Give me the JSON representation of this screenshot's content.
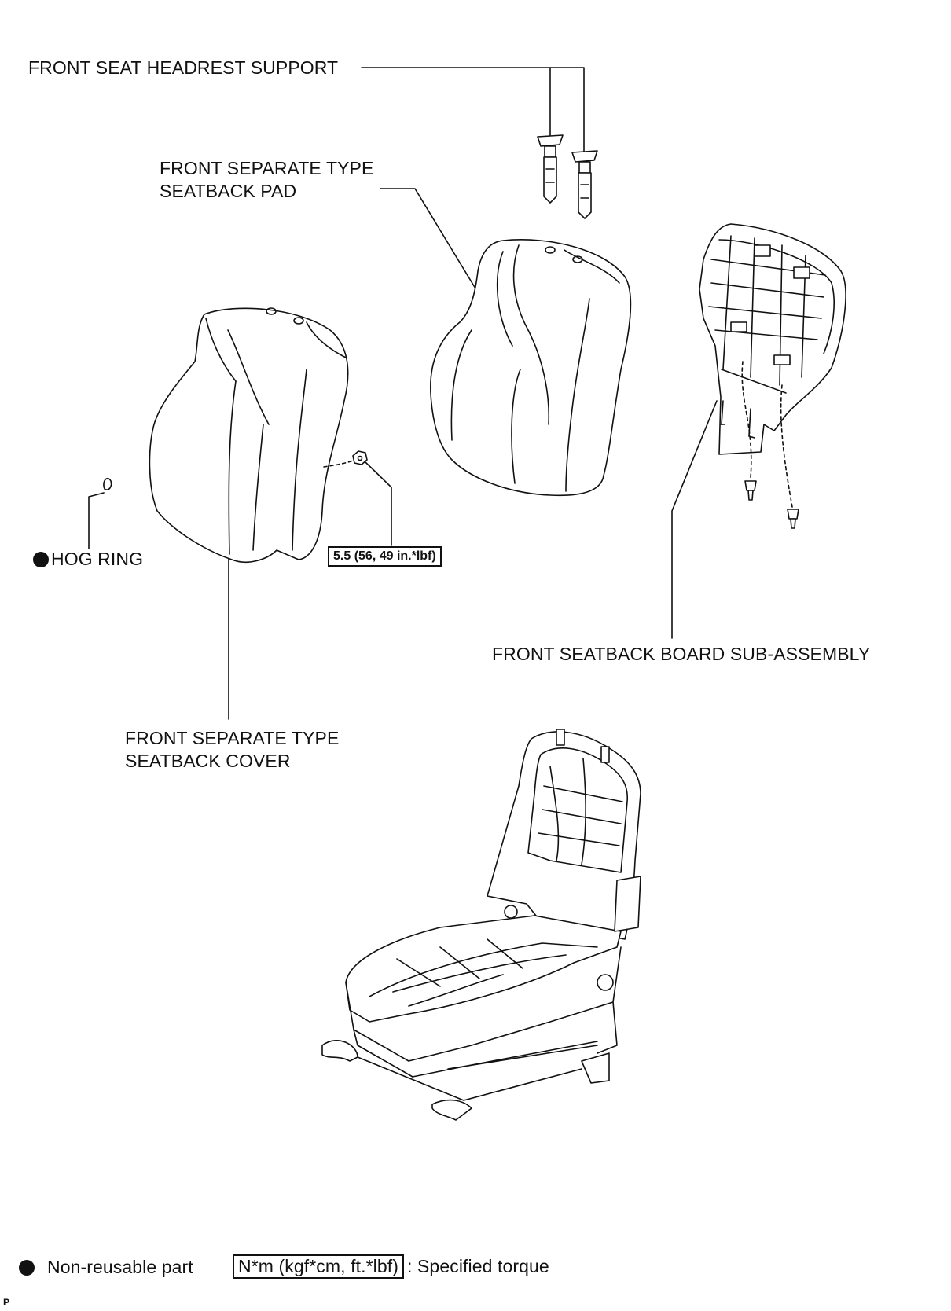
{
  "parts": {
    "headrest_support": "FRONT SEAT HEADREST SUPPORT",
    "seatback_pad": [
      "FRONT SEPARATE TYPE",
      "SEATBACK PAD"
    ],
    "seatback_cover": [
      "FRONT SEPARATE TYPE",
      "SEATBACK COVER"
    ],
    "hog_ring": "HOG RING",
    "seatback_board": "FRONT SEATBACK BOARD SUB-ASSEMBLY"
  },
  "torque_spec": "5.5 (56, 49 in.*lbf)",
  "legend": {
    "non_reusable_symbol": "black-dot-icon",
    "non_reusable": "Non-reusable part",
    "torque_box": "N*m (kgf*cm, ft.*lbf)",
    "torque_desc": ": Specified torque"
  },
  "ref_mark": "P",
  "colors": {
    "ink": "#111111",
    "background": "#ffffff"
  }
}
